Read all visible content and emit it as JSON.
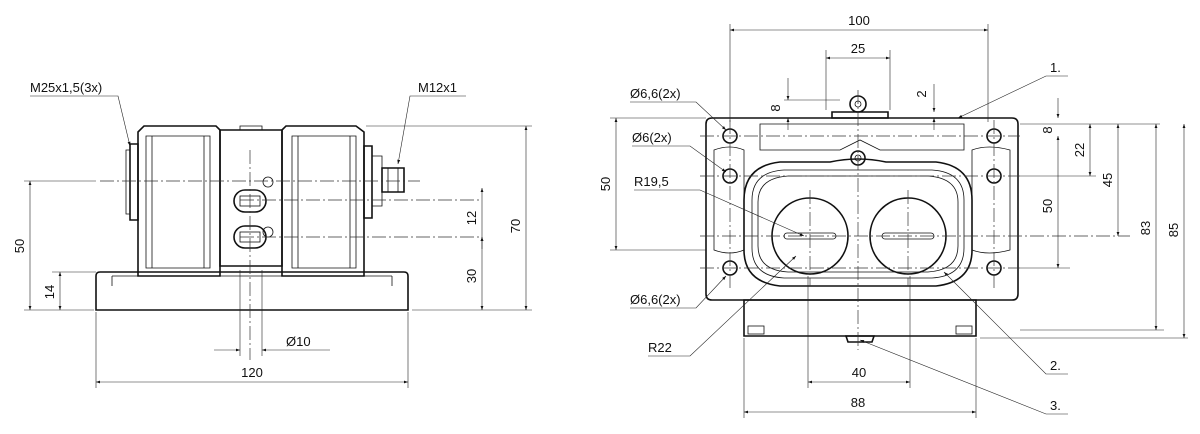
{
  "left_view": {
    "labels": {
      "thread_main": "M25x1,5(3x)",
      "thread_small": "M12x1",
      "dim_width": "120",
      "dim_diameter": "Ø10",
      "dim_height_total": "70",
      "dim_30": "30",
      "dim_12": "12",
      "dim_50": "50",
      "dim_14": "14"
    }
  },
  "right_view": {
    "labels": {
      "dim_100": "100",
      "dim_25": "25",
      "dim_8_left": "8",
      "dim_2": "2",
      "hole_66_top": "Ø6,6(2x)",
      "hole_6": "Ø6(2x)",
      "radius_195": "R19,5",
      "dim_50_left": "50",
      "hole_66_bottom": "Ø6,6(2x)",
      "radius_22": "R22",
      "dim_8_right": "8",
      "dim_22": "22",
      "dim_45": "45",
      "dim_50_right": "50",
      "dim_83": "83",
      "dim_85": "85",
      "dim_40": "40",
      "dim_88": "88",
      "callout_1": "1.",
      "callout_2": "2.",
      "callout_3": "3."
    }
  }
}
